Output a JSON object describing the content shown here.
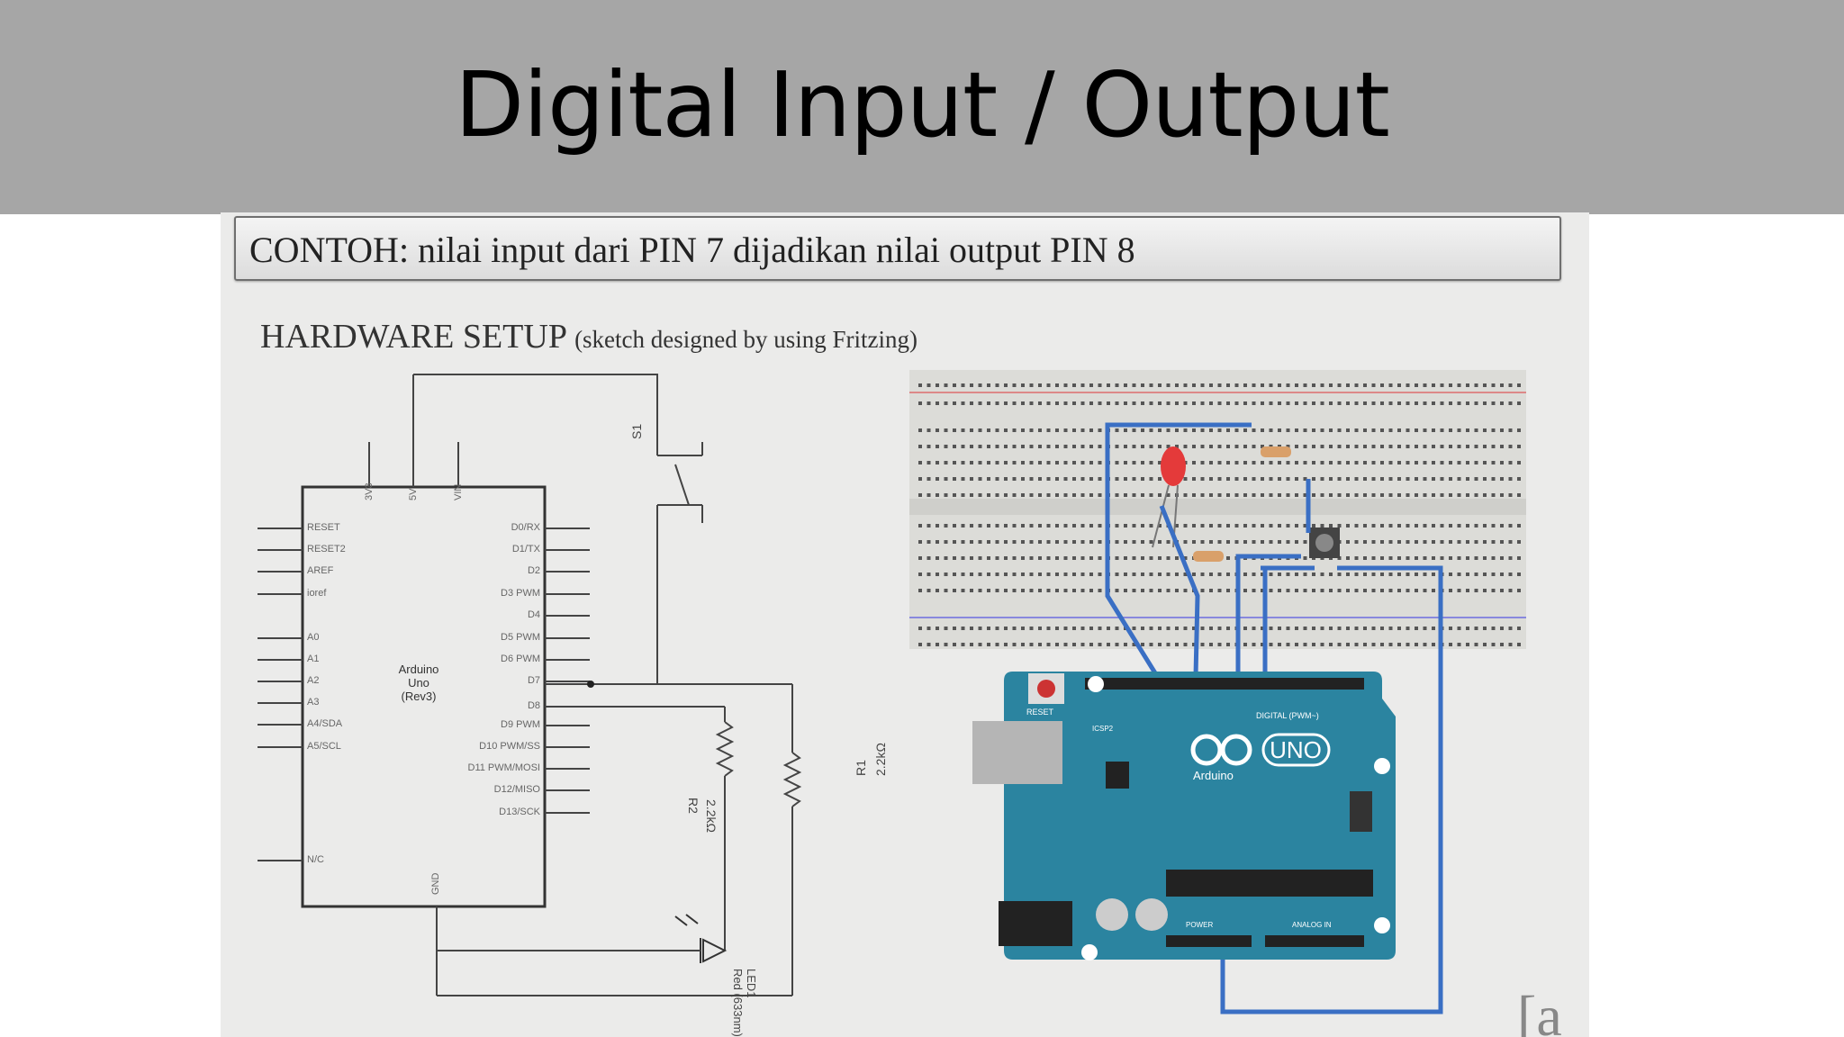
{
  "slide": {
    "title": "Digital Input / Output"
  },
  "caption": "CONTOH: nilai input dari PIN 7 dijadikan  nilai output PIN 8",
  "hardware": {
    "title": "HARDWARE SETUP",
    "subtitle": "(sketch designed by using Fritzing)"
  },
  "schematic": {
    "board_label": [
      "Arduino",
      "Uno",
      "(Rev3)"
    ],
    "left_pins": [
      "RESET",
      "RESET2",
      "AREF",
      "ioref",
      "A0",
      "A1",
      "A2",
      "A3",
      "A4/SDA",
      "A5/SCL",
      "N/C"
    ],
    "right_pins": [
      "D0/RX",
      "D1/TX",
      "D2",
      "D3 PWM",
      "D4",
      "D5 PWM",
      "D6 PWM",
      "D7",
      "D8",
      "D9 PWM",
      "D10 PWM/SS",
      "D11 PWM/MOSI",
      "D12/MISO",
      "D13/SCK"
    ],
    "top_pins": [
      "3V3",
      "5V",
      "VIN"
    ],
    "bottom_pin": "GND",
    "switch_label": "S1",
    "r1_label": [
      "R1",
      "2.2kΩ"
    ],
    "r2_label": [
      "R2",
      "2.2kΩ"
    ],
    "led_label": [
      "LED1",
      "Red (633nm)"
    ]
  },
  "board": {
    "reset_label": "RESET",
    "icsp_label": "ICSP2",
    "uno_label": "UNO",
    "brand_label": "Arduino",
    "digital_label": "DIGITAL (PWM~)",
    "power_label": "POWER",
    "analog_label": "ANALOG IN"
  },
  "watermark": "[a"
}
